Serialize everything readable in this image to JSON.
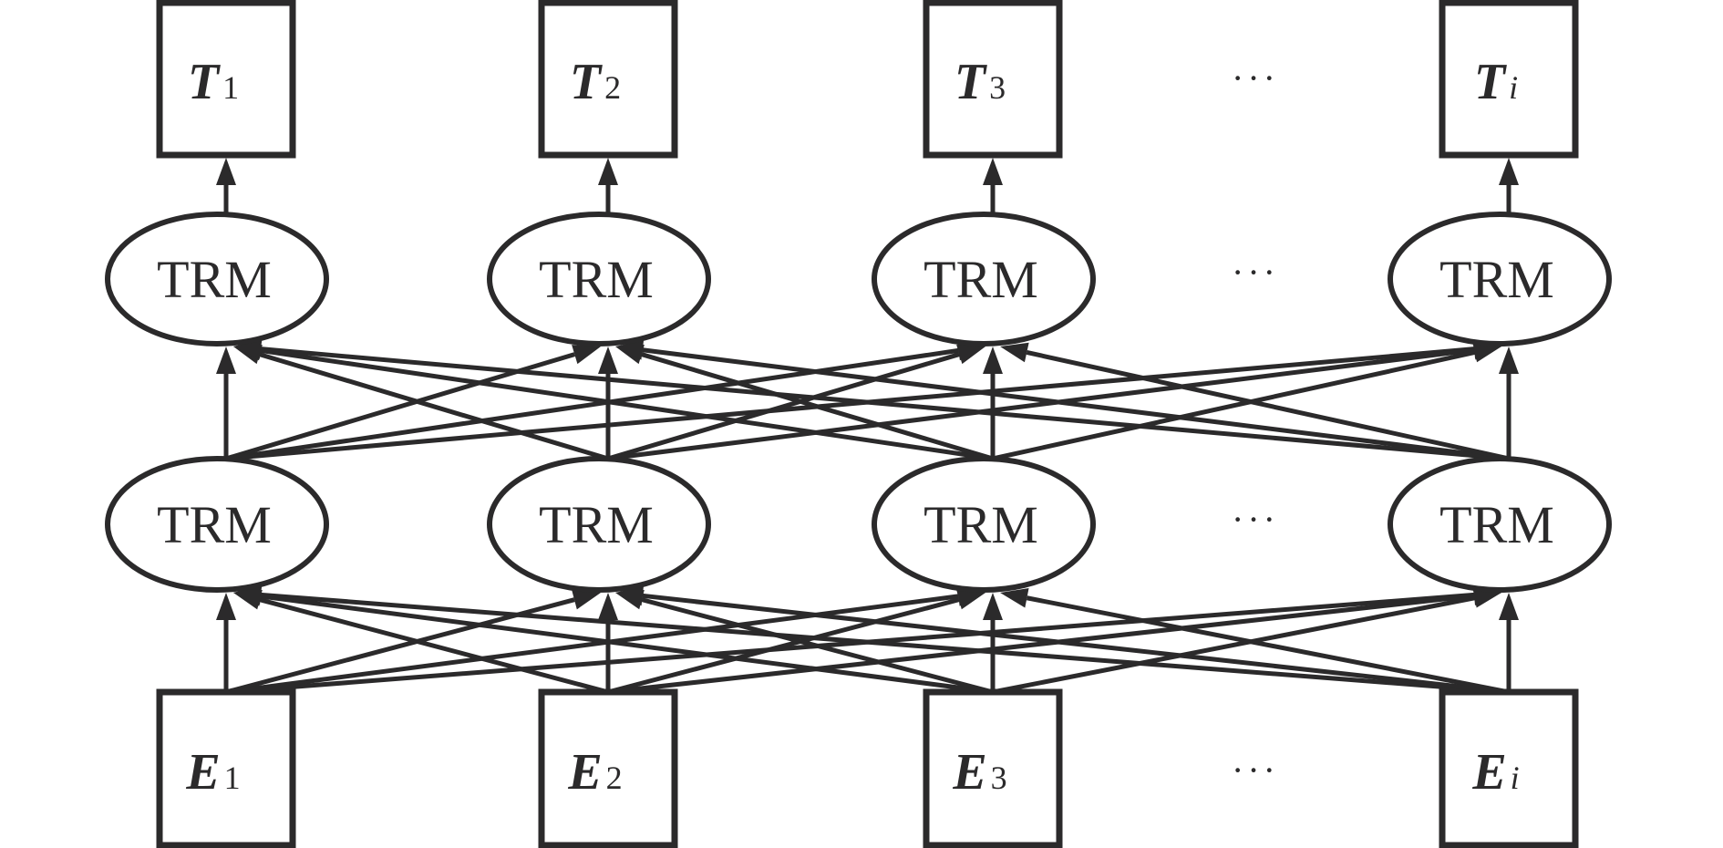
{
  "diagram": {
    "type": "BERT-style bidirectional transformer architecture",
    "colors": {
      "stroke": "#2b2a2b",
      "background": "#ffffff"
    },
    "ellipsis": "···",
    "columns": [
      {
        "output": {
          "main": "T",
          "sub": "1",
          "sub_italic": false
        },
        "upper": "TRM",
        "lower": "TRM",
        "input": {
          "main": "E",
          "sub": "1",
          "sub_italic": false
        }
      },
      {
        "output": {
          "main": "T",
          "sub": "2",
          "sub_italic": false
        },
        "upper": "TRM",
        "lower": "TRM",
        "input": {
          "main": "E",
          "sub": "2",
          "sub_italic": false
        }
      },
      {
        "output": {
          "main": "T",
          "sub": "3",
          "sub_italic": false
        },
        "upper": "TRM",
        "lower": "TRM",
        "input": {
          "main": "E",
          "sub": "3",
          "sub_italic": false
        }
      },
      {
        "output": {
          "main": "T",
          "sub": "i",
          "sub_italic": true
        },
        "upper": "TRM",
        "lower": "TRM",
        "input": {
          "main": "E",
          "sub": "i",
          "sub_italic": true
        }
      }
    ],
    "connectivity": {
      "input_to_lower": "fully-connected",
      "lower_to_upper": "fully-connected",
      "upper_to_output": "one-to-one"
    }
  }
}
